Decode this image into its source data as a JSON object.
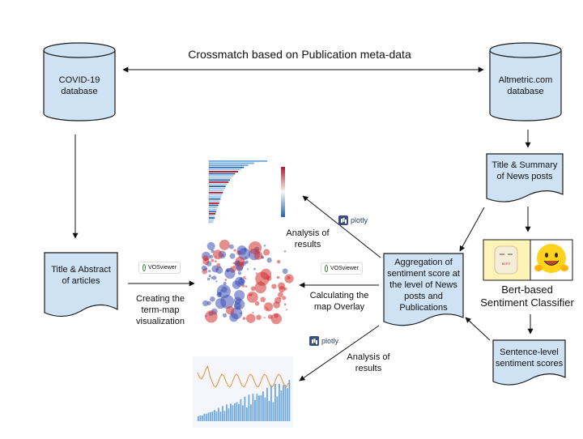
{
  "title": "Crossmatch based on Publication meta-data",
  "nodes": {
    "covid_db": "COVID-19 database",
    "altmetric_db": "Altmetric.com database",
    "title_abstract": "Title & Abstract of articles",
    "title_summary": "Title & Summary of News posts",
    "aggregation": "Aggregation of sentiment score at the level of News posts and Publications",
    "sentence_scores": "Sentence-level sentiment scores",
    "bert_classifier": "Bert-based Sentiment Classifier"
  },
  "edge_labels": {
    "creating_term_map": "Creating the term-map visualization",
    "calculating_overlay": "Calculating the map Overlay",
    "analysis_top": "Analysis of results",
    "analysis_bottom": "Analysis of results"
  },
  "badges": {
    "vosviewer": "VOSviewer",
    "plotly": "plotly"
  },
  "colors": {
    "box_fill": "#cfe2f3",
    "box_stroke": "#1a1a1a",
    "map_red": "#d32f2f",
    "map_blue": "#3f51b5",
    "chart_bar": "#6fa8dc",
    "chart_line": "#e69138"
  }
}
